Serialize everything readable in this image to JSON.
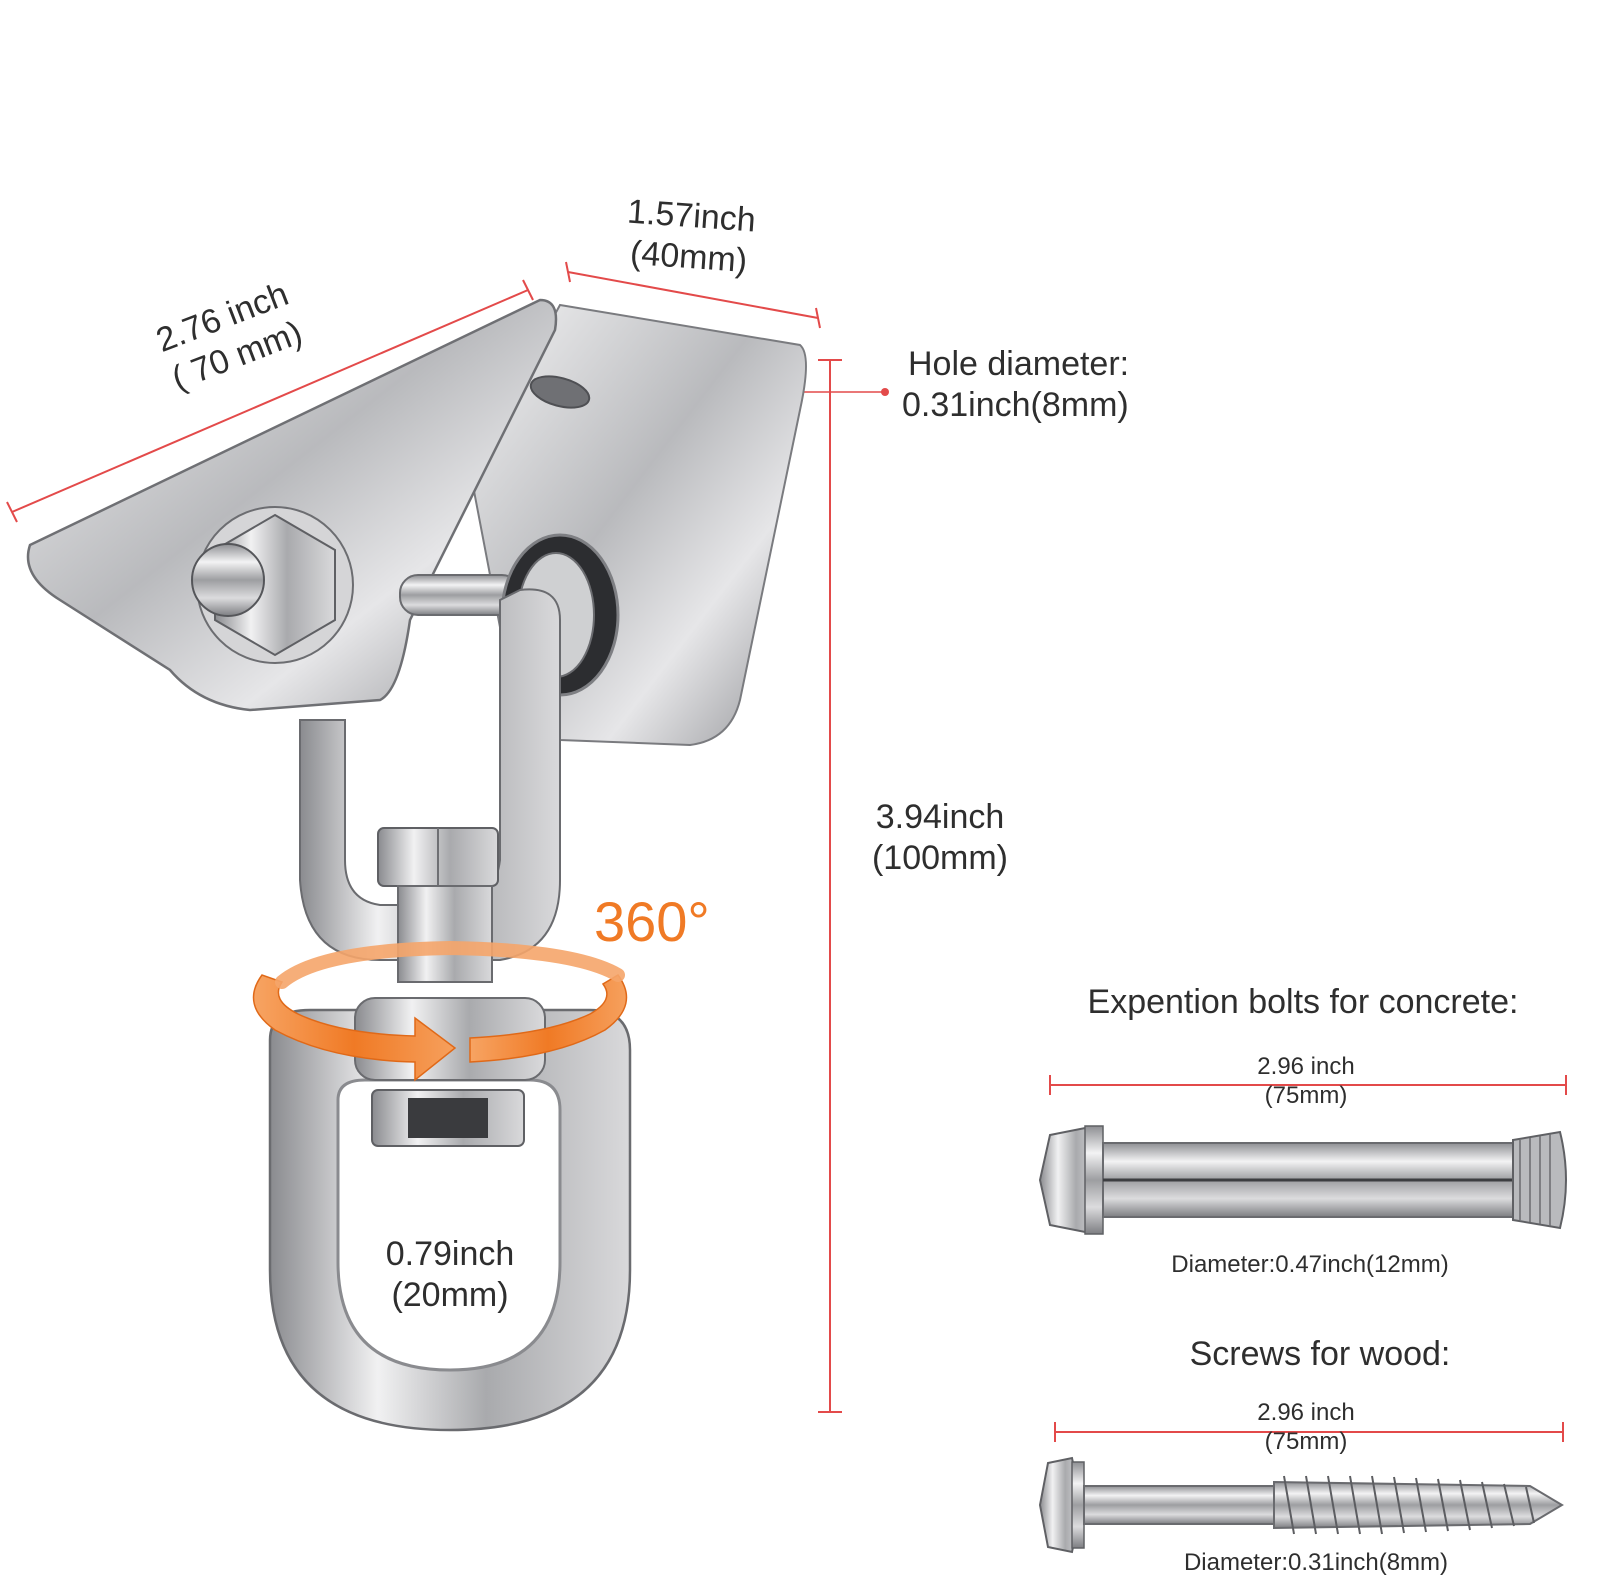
{
  "dims": {
    "plate_length": {
      "inch": "2.76 inch",
      "mm": "( 70 mm)"
    },
    "plate_width": {
      "inch": "1.57inch",
      "mm": "(40mm)"
    },
    "hole": {
      "title": "Hole diameter:",
      "value": "0.31inch(8mm)"
    },
    "height": {
      "inch": "3.94inch",
      "mm": "(100mm)"
    },
    "ring": {
      "inch": "0.79inch",
      "mm": "(20mm)"
    },
    "rotation": "360°"
  },
  "bolts": {
    "heading": "Expention bolts for concrete:",
    "length_inch": "2.96 inch",
    "length_mm": "(75mm)",
    "diameter": "Diameter:0.47inch(12mm)"
  },
  "screws": {
    "heading": "Screws for wood:",
    "length_inch": "2.96 inch",
    "length_mm": "(75mm)",
    "diameter": "Diameter:0.31inch(8mm)"
  },
  "colors": {
    "dimension_line": "#e34a4a",
    "rotation_arrow": "#f07a25",
    "steel_light": "#e9e9ea",
    "steel_dark": "#8c8d90"
  }
}
